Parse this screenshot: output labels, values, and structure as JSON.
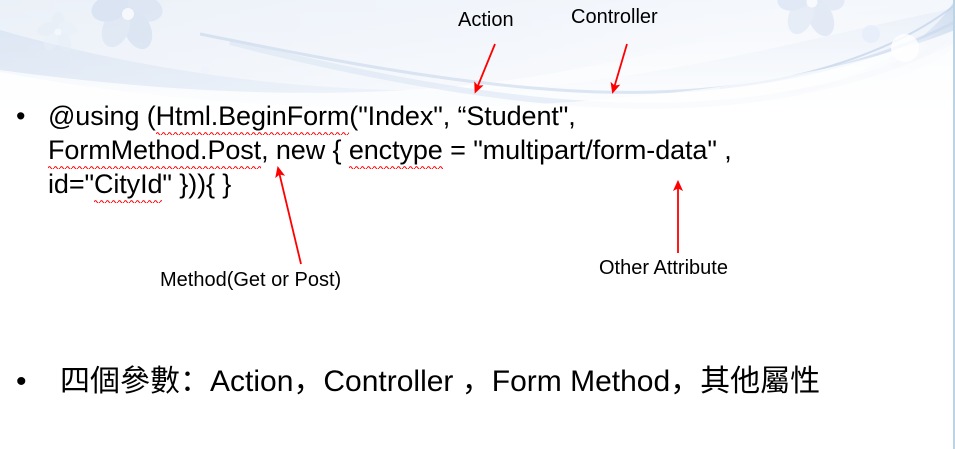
{
  "slide": {
    "background_style": "light-blue floral powerpoint template",
    "accent_color": "#ff0000",
    "text_color": "#000000",
    "background_color": "#ffffff",
    "border_color": "#bcd3e6"
  },
  "code": {
    "bullet": "•",
    "lines": [
      {
        "segments": [
          {
            "text": "@using (",
            "squiggle": false
          },
          {
            "text": "Html.BeginForm",
            "squiggle": true
          },
          {
            "text": "(\"Index\",  “Student\",",
            "squiggle": false
          }
        ]
      },
      {
        "segments": [
          {
            "text": "FormMethod.Post",
            "squiggle": true
          },
          {
            "text": ", new { ",
            "squiggle": false
          },
          {
            "text": "enctype",
            "squiggle": true
          },
          {
            "text": " = \"multipart/form-data\"  ,",
            "squiggle": false
          }
        ]
      },
      {
        "segments": [
          {
            "text": "id=\"",
            "squiggle": false
          },
          {
            "text": "CityId",
            "squiggle": true
          },
          {
            "text": "\" })){ }",
            "squiggle": false
          }
        ]
      }
    ]
  },
  "annotations": [
    {
      "id": "action",
      "label": "Action"
    },
    {
      "id": "controller",
      "label": "Controller"
    },
    {
      "id": "method",
      "label": "Method(Get or Post)"
    },
    {
      "id": "other",
      "label": "Other Attribute"
    }
  ],
  "summary": {
    "bullet": "•",
    "text": "四個參數：Action，Controller  ，Form Method，其他屬性"
  }
}
